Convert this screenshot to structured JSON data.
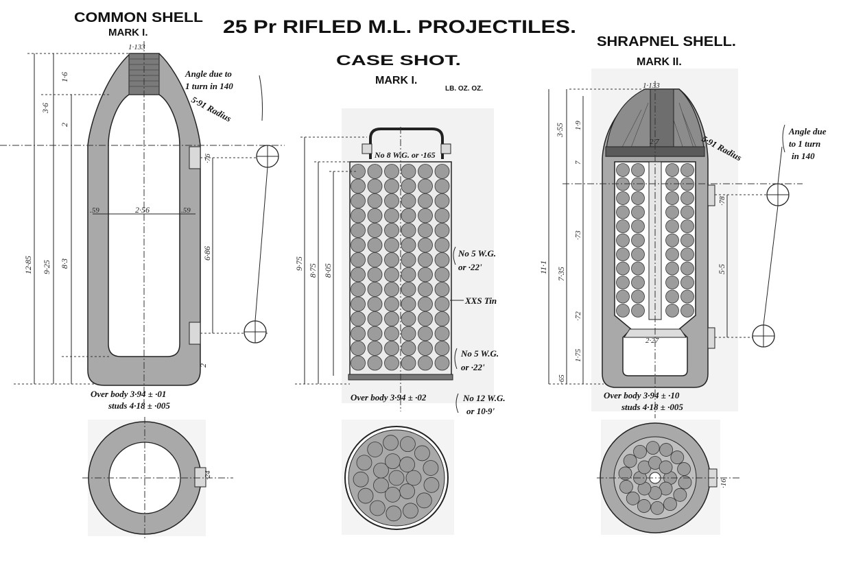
{
  "title": "25 Pr RIFLED M.L. PROJECTILES.",
  "common_shell": {
    "name": "COMMON SHELL",
    "mark": "MARK I.",
    "top_dim": "1·133",
    "rifling_note_line1": "Angle due to",
    "rifling_note_line2": "1 turn in 140",
    "radius": "5·91 Radius",
    "dims": [
      "3·6",
      "1·6",
      "2",
      "12·85",
      "9·25",
      "8·3",
      "2·56",
      ".59",
      ".59",
      "6·86",
      "·76",
      "2"
    ],
    "body_note": "Over body 3·94 ± ·01",
    "studs_note": "studs 4·18 ± ·005",
    "stud_dim": "·24"
  },
  "case_shot": {
    "name": "CASE SHOT.",
    "mark": "MARK I.",
    "units": "LB. OZ. OZ.",
    "handle_note": "No 8 W.G. or ·165",
    "dims": [
      "9·75",
      "8·75",
      "8·05"
    ],
    "side_note_1_line1": "No 5 W.G.",
    "side_note_1_line2": "or ·22'",
    "side_note_2": "XXS Tin",
    "side_note_3_line1": "No 5 W.G.",
    "side_note_3_line2": "or ·22'",
    "bottom_note": "Over body 3·94 ± ·02",
    "bottom_note_2_line1": "No 12 W.G.",
    "bottom_note_2_line2": "or 10·9'"
  },
  "shrapnel_shell": {
    "name": "SHRAPNEL SHELL.",
    "mark": "MARK II.",
    "top_dim": "1·133",
    "rifling_note_line1": "Angle due",
    "rifling_note_line2": "to 1 turn",
    "rifling_note_line3": "in 140",
    "radius": "5·91 Radius",
    "inner_dim": "2·7",
    "lower_dim": "2·27",
    "dims": [
      "3·55",
      "1·9",
      "7",
      "11·1",
      "7·35",
      "·73",
      "·72",
      "1·75",
      "·65",
      "·78",
      "5·5"
    ],
    "body_note": "Over body 3·94 ± ·10",
    "studs_note": "studs 4·18 ± ·005",
    "stud_dim": "·16"
  }
}
